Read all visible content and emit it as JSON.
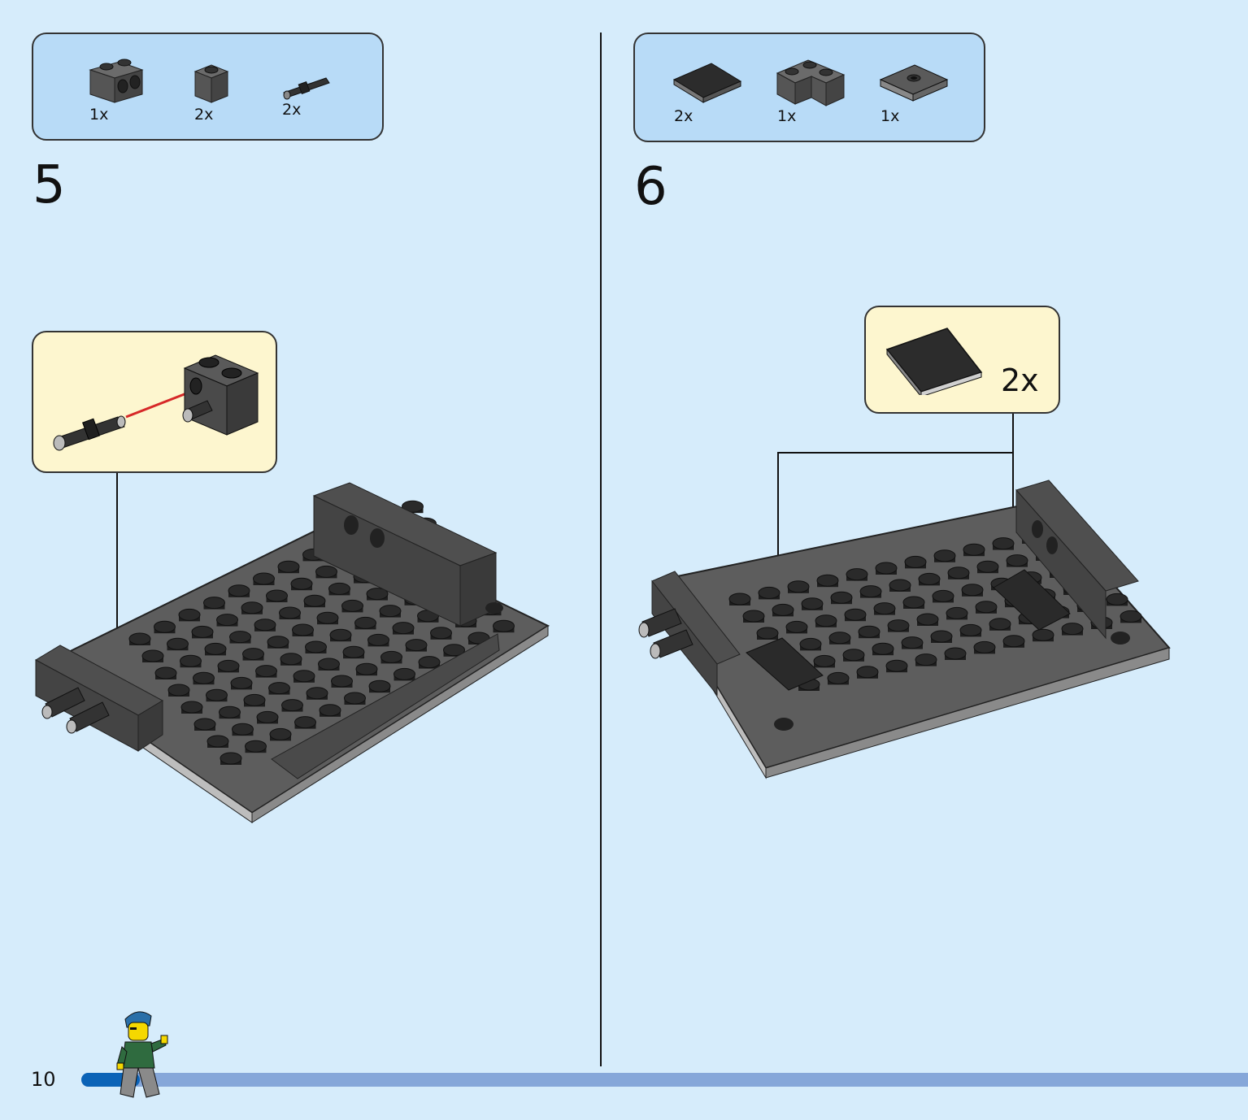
{
  "page": {
    "number": "10",
    "progress_fraction": 0.05
  },
  "steps": [
    {
      "number": "5",
      "parts": [
        {
          "icon": "technic-brick-1x2-with-holes-icon",
          "qty": "1x"
        },
        {
          "icon": "brick-1x1-icon",
          "qty": "2x"
        },
        {
          "icon": "technic-pin-icon",
          "qty": "2x"
        }
      ],
      "callout": {
        "qty": ""
      }
    },
    {
      "number": "6",
      "parts": [
        {
          "icon": "tile-2x2-icon",
          "qty": "2x"
        },
        {
          "icon": "corner-brick-2x2-icon",
          "qty": "1x"
        },
        {
          "icon": "jumper-plate-2x2-icon",
          "qty": "1x"
        }
      ],
      "callout": {
        "qty": "2x"
      }
    }
  ],
  "colors": {
    "background": "#d6ecfb",
    "parts_box": "#b8dbf7",
    "callout": "#fdf6cf",
    "progress_fill": "#0b63b7",
    "progress_track": "#86a7d9",
    "assembly_arrow": "#d62828"
  }
}
